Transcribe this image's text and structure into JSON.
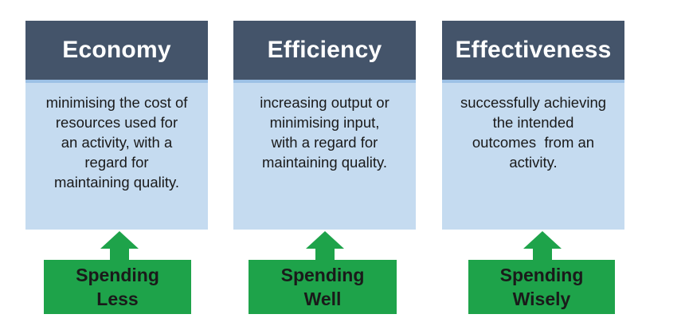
{
  "columns": [
    {
      "title": "Economy",
      "lines": [
        "minimising the cost of",
        "resources used for",
        "an activity, with a",
        "regard for",
        "maintaining quality."
      ],
      "tag": [
        "Spending",
        "Less"
      ]
    },
    {
      "title": "Efficiency",
      "lines": [
        "increasing output or",
        "minimising input,",
        "with a regard for",
        "maintaining quality."
      ],
      "tag": [
        "Spending",
        "Well"
      ]
    },
    {
      "title": "Effectiveness",
      "lines": [
        "successfully achieving",
        "the intended",
        "outcomes  from an",
        "activity."
      ],
      "tag": [
        "Spending",
        "Wisely"
      ]
    }
  ],
  "colors": {
    "header": "#44546a",
    "body": "#c5dbf0",
    "tag": "#1ea34a"
  }
}
